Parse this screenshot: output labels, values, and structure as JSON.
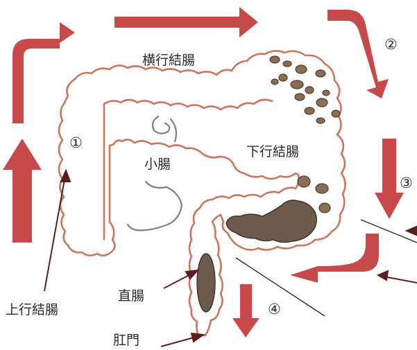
{
  "labels": {
    "transverse_colon": "横行結腸",
    "small_intestine": "小腸",
    "descending_colon": "下行結腸",
    "ascending_colon": "上行結腸",
    "rectum": "直腸",
    "anus": "肛門"
  },
  "steps": {
    "step1": "①",
    "step2": "②",
    "step3": "③",
    "step4": "④"
  },
  "colors": {
    "arrow": "#c8494a",
    "outline": "#c9765e",
    "stool": "#6e5a4a",
    "pointer": "#5a1f1f",
    "text": "#2a2a2a"
  }
}
